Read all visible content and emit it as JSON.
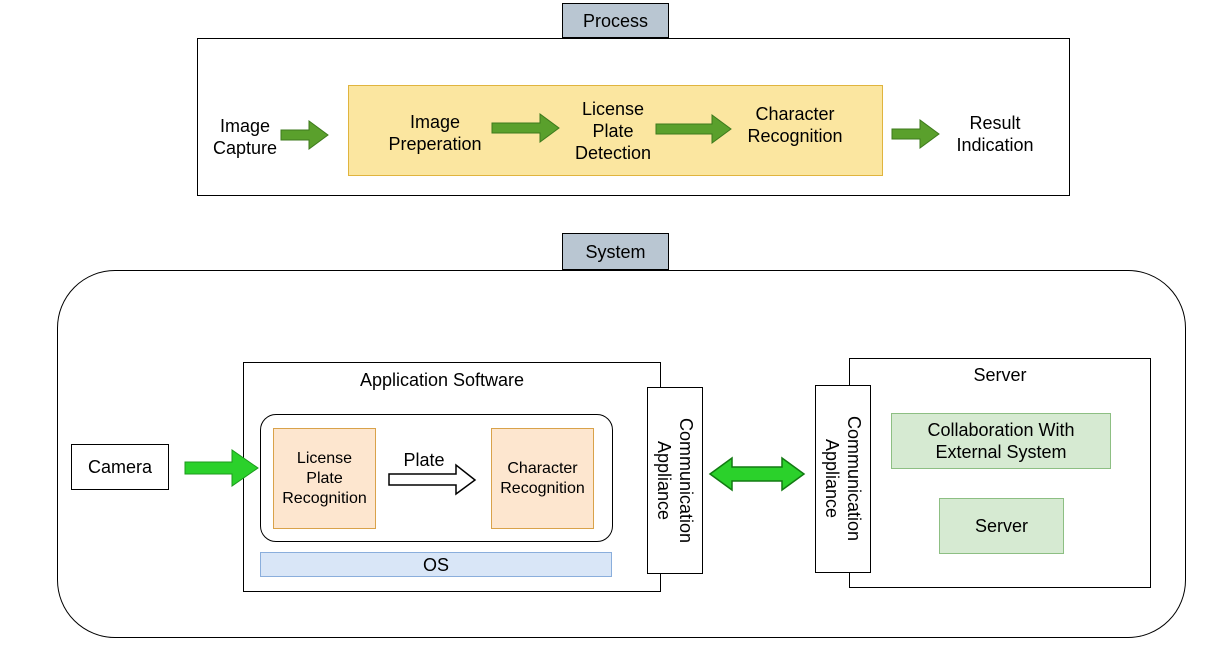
{
  "process": {
    "tab_label": "Process",
    "image_capture": "Image\nCapture",
    "image_preparation": "Image\nPreperation",
    "plate_detection": "License\nPlate\nDetection",
    "character_recognition": "Character\nRecognition",
    "result_indication": "Result\nIndication"
  },
  "system": {
    "tab_label": "System",
    "camera": "Camera",
    "application_software": {
      "title": "Application Software",
      "plate_recognition": "License\nPlate\nRecognition",
      "plate_arrow_label": "Plate",
      "character_recognition": "Character\nRecognition",
      "os": "OS",
      "communication_appliance": "Communication\nAppliance"
    },
    "server": {
      "title": "Server",
      "communication_appliance": "Communication\nAppliance",
      "collaboration": "Collaboration With\nExternal System",
      "server_box": "Server"
    }
  },
  "colors": {
    "tab_fill": "#b9c6d2",
    "process_fill": "#fbe6a0",
    "module_fill": "#fde6cf",
    "server_fill": "#d6ead2",
    "os_fill": "#d9e6f7",
    "arrow_green": "#5aa02c",
    "arrow_bright_green": "#2bd12b"
  }
}
